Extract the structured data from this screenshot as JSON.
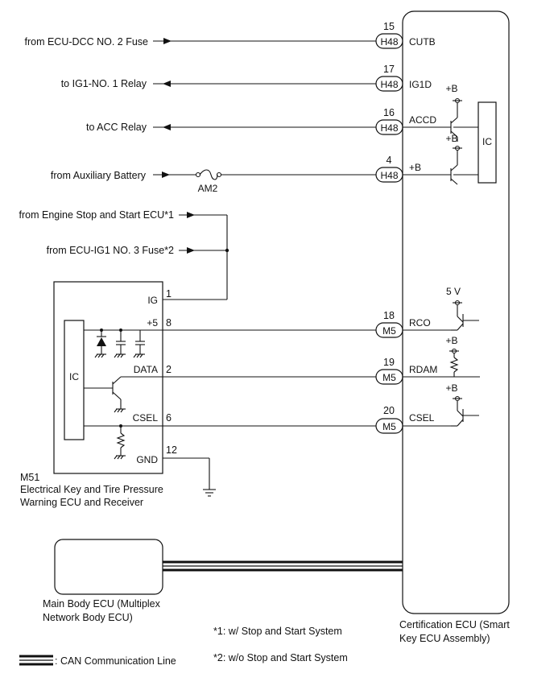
{
  "inputs": [
    {
      "label": "from ECU-DCC NO. 2 Fuse",
      "dir": "in",
      "pin": "15",
      "conn": "H48",
      "signal": "CUTB"
    },
    {
      "label": "to IG1-NO. 1 Relay",
      "dir": "out",
      "pin": "17",
      "conn": "H48",
      "signal": "IG1D"
    },
    {
      "label": "to ACC Relay",
      "dir": "out",
      "pin": "16",
      "conn": "H48",
      "signal": "ACCD"
    },
    {
      "label": "from Auxiliary Battery",
      "dir": "in",
      "pin": "4",
      "conn": "H48",
      "signal": "+B"
    }
  ],
  "fuse": "AM2",
  "ig_sources": [
    "from Engine Stop and Start ECU*1",
    "from ECU-IG1 NO. 3 Fuse*2"
  ],
  "m51": {
    "ic": "IC",
    "pins": [
      {
        "name": "IG",
        "num": "1"
      },
      {
        "name": "+5",
        "num": "8"
      },
      {
        "name": "DATA",
        "num": "2"
      },
      {
        "name": "CSEL",
        "num": "6"
      },
      {
        "name": "GND",
        "num": "12"
      }
    ],
    "code": "M51",
    "name_line1": "Electrical Key and Tire Pressure",
    "name_line2": "Warning ECU and Receiver"
  },
  "cert_pins": [
    {
      "pin": "18",
      "conn": "M5",
      "signal": "RCO",
      "supply": "5 V"
    },
    {
      "pin": "19",
      "conn": "M5",
      "signal": "RDAM",
      "supply": "+B"
    },
    {
      "pin": "20",
      "conn": "M5",
      "signal": "CSEL",
      "supply": "+B"
    }
  ],
  "cert_supply": [
    "+B",
    "+B"
  ],
  "cert_ic": "IC",
  "cert_name_line1": "Certification ECU (Smart",
  "cert_name_line2": "Key ECU Assembly)",
  "main_body_line1": "Main Body ECU (Multiplex",
  "main_body_line2": "Network Body ECU)",
  "notes": [
    "*1: w/ Stop and Start System",
    "*2: w/o Stop and Start System"
  ],
  "legend": ": CAN Communication Line"
}
